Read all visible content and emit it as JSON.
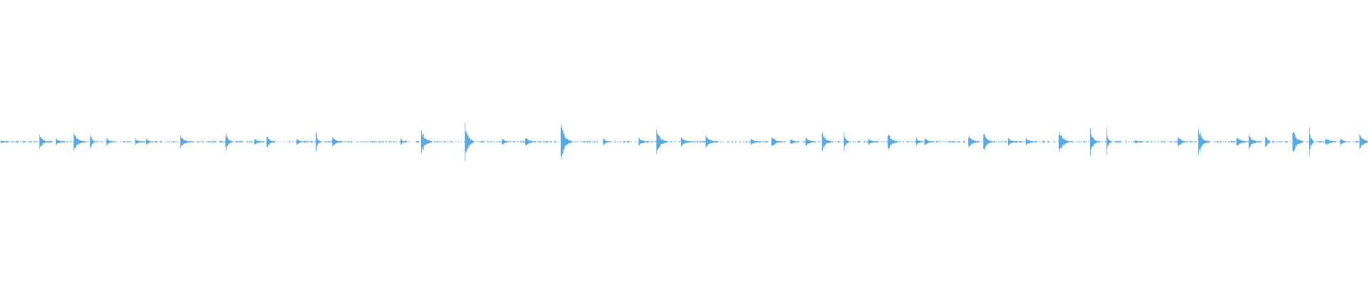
{
  "waveform": {
    "color": "#5aa9e0",
    "background": "#ffffff",
    "label": "audio-waveform",
    "amplitude_bursts": [
      {
        "t": 0.0,
        "a": 0.02
      },
      {
        "t": 0.028,
        "a": 0.09
      },
      {
        "t": 0.04,
        "a": 0.05
      },
      {
        "t": 0.053,
        "a": 0.13
      },
      {
        "t": 0.065,
        "a": 0.11
      },
      {
        "t": 0.077,
        "a": 0.06
      },
      {
        "t": 0.098,
        "a": 0.04
      },
      {
        "t": 0.106,
        "a": 0.04
      },
      {
        "t": 0.131,
        "a": 0.08
      },
      {
        "t": 0.164,
        "a": 0.13
      },
      {
        "t": 0.185,
        "a": 0.05
      },
      {
        "t": 0.194,
        "a": 0.1
      },
      {
        "t": 0.216,
        "a": 0.06
      },
      {
        "t": 0.23,
        "a": 0.14
      },
      {
        "t": 0.242,
        "a": 0.07
      },
      {
        "t": 0.292,
        "a": 0.04
      },
      {
        "t": 0.307,
        "a": 0.16
      },
      {
        "t": 0.339,
        "a": 0.24
      },
      {
        "t": 0.366,
        "a": 0.05
      },
      {
        "t": 0.383,
        "a": 0.07
      },
      {
        "t": 0.409,
        "a": 0.26
      },
      {
        "t": 0.44,
        "a": 0.06
      },
      {
        "t": 0.466,
        "a": 0.06
      },
      {
        "t": 0.479,
        "a": 0.15
      },
      {
        "t": 0.497,
        "a": 0.06
      },
      {
        "t": 0.515,
        "a": 0.11
      },
      {
        "t": 0.548,
        "a": 0.04
      },
      {
        "t": 0.563,
        "a": 0.08
      },
      {
        "t": 0.577,
        "a": 0.05
      },
      {
        "t": 0.588,
        "a": 0.07
      },
      {
        "t": 0.6,
        "a": 0.14
      },
      {
        "t": 0.616,
        "a": 0.12
      },
      {
        "t": 0.634,
        "a": 0.05
      },
      {
        "t": 0.648,
        "a": 0.13
      },
      {
        "t": 0.669,
        "a": 0.05
      },
      {
        "t": 0.675,
        "a": 0.05
      },
      {
        "t": 0.707,
        "a": 0.09
      },
      {
        "t": 0.718,
        "a": 0.14
      },
      {
        "t": 0.736,
        "a": 0.06
      },
      {
        "t": 0.749,
        "a": 0.05
      },
      {
        "t": 0.773,
        "a": 0.17
      },
      {
        "t": 0.796,
        "a": 0.18
      },
      {
        "t": 0.808,
        "a": 0.16
      },
      {
        "t": 0.829,
        "a": 0.03
      },
      {
        "t": 0.86,
        "a": 0.08
      },
      {
        "t": 0.875,
        "a": 0.22
      },
      {
        "t": 0.903,
        "a": 0.08
      },
      {
        "t": 0.912,
        "a": 0.1
      },
      {
        "t": 0.924,
        "a": 0.13
      },
      {
        "t": 0.944,
        "a": 0.16
      },
      {
        "t": 0.956,
        "a": 0.18
      },
      {
        "t": 0.968,
        "a": 0.06
      },
      {
        "t": 0.979,
        "a": 0.06
      },
      {
        "t": 0.993,
        "a": 0.11
      }
    ]
  }
}
